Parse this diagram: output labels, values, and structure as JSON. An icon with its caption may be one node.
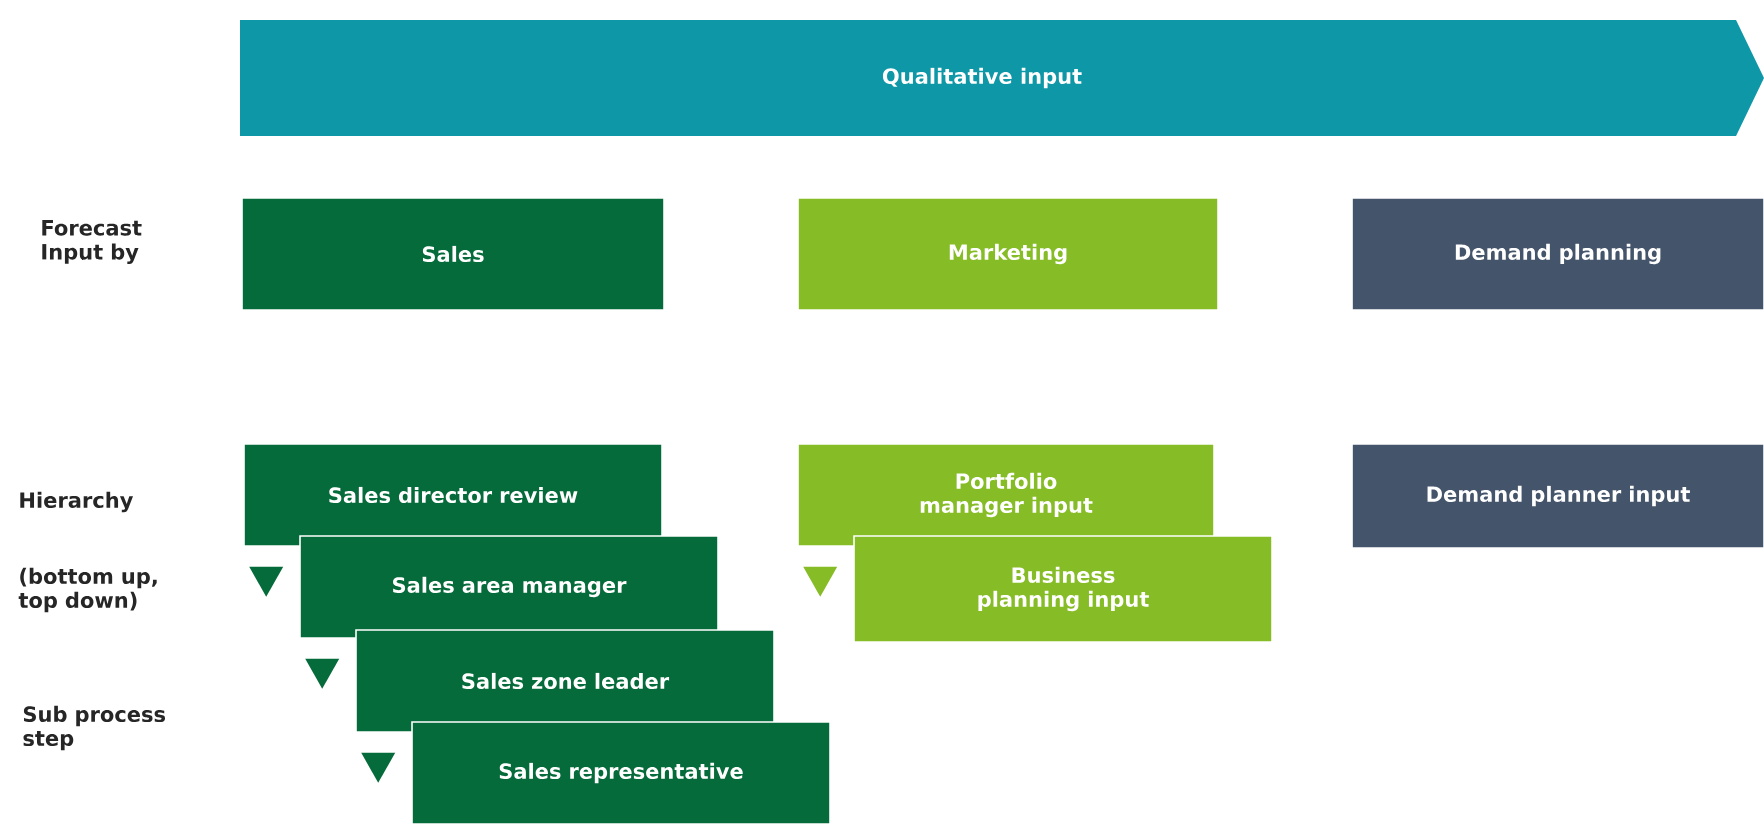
{
  "diagram": {
    "nodes": [
      {
        "text": [
          "Qualitative input"
        ]
      },
      {
        "text": [
          "Sales"
        ]
      },
      {
        "text": [
          "Marketing"
        ]
      },
      {
        "text": [
          "Demand planning"
        ]
      },
      {
        "text": [
          "Sales director review"
        ]
      },
      {
        "text": [
          "Sales area manager"
        ]
      },
      {
        "text": [
          "Sales zone leader"
        ]
      },
      {
        "text": [
          "Sales representative"
        ]
      },
      {
        "text": [
          "Portfolio manager input"
        ]
      },
      {
        "text": [
          "Business planning input"
        ]
      },
      {
        "text": [
          "Demand planner input"
        ]
      }
    ],
    "edges": [
      {
        "from": 4,
        "to": 5,
        "arrow": "to"
      },
      {
        "from": 5,
        "to": 6,
        "arrow": "to"
      },
      {
        "from": 6,
        "to": 7,
        "arrow": "to"
      },
      {
        "from": 8,
        "to": 9,
        "arrow": "to"
      }
    ],
    "labels": [
      "Forecast Input by",
      "Hierarchy",
      "(bottom up, top down)",
      "Sub process step"
    ]
  }
}
